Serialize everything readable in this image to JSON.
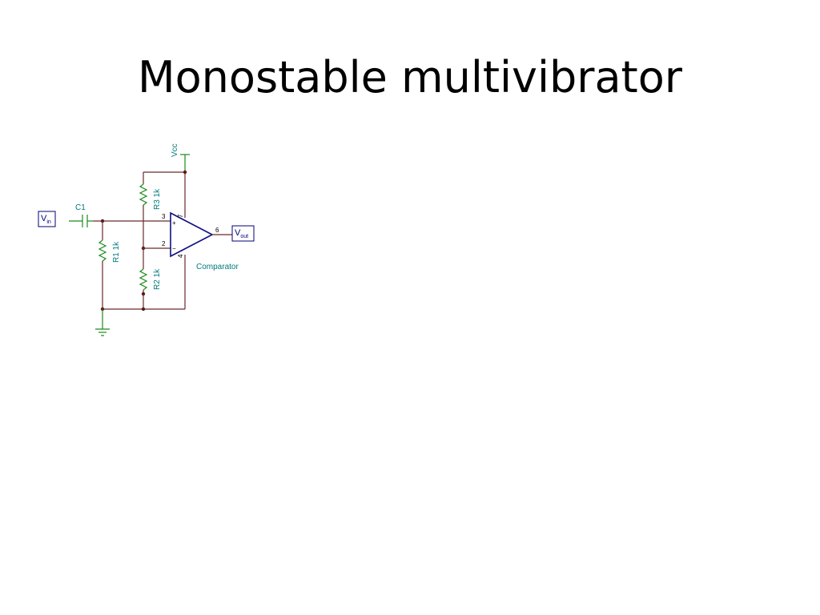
{
  "slide": {
    "title": "Monostable multivibrator"
  },
  "schematic": {
    "vcc_label": "Vcc",
    "vin_label": "V",
    "vin_sub": "in",
    "vout_label": "V",
    "vout_sub": "out",
    "c1_label": "C1",
    "r1_label": "R1 1k",
    "r2_label": "R2 1k",
    "r3_label": "R3 1k",
    "comparator_label": "Comparator",
    "pin3": "3",
    "pin2": "2",
    "pin6": "6",
    "pin7": "7",
    "pin4": "4",
    "plus_sign": "+",
    "minus_sign": "−"
  },
  "colors": {
    "wire": "#6b2a2a",
    "component": "#1a8a1a",
    "opamp": "#101080",
    "label": "#007a7a",
    "port": "#00007a"
  }
}
